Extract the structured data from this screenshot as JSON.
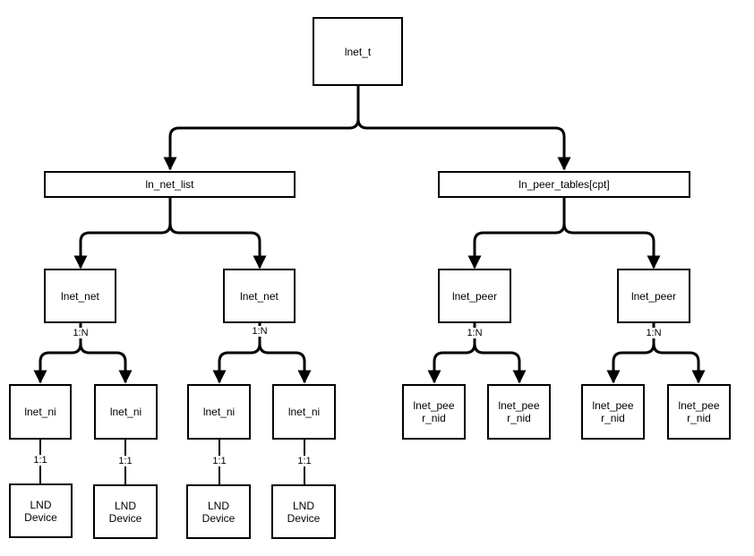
{
  "diagram": {
    "root": {
      "label": "lnet_t"
    },
    "net_list": {
      "label": "ln_net_list"
    },
    "peer_tables": {
      "label": "ln_peer_tables[cpt]"
    },
    "nets": [
      {
        "label": "lnet_net"
      },
      {
        "label": "lnet_net"
      }
    ],
    "peers": [
      {
        "label": "lnet_peer"
      },
      {
        "label": "lnet_peer"
      }
    ],
    "nis": [
      {
        "label": "lnet_ni"
      },
      {
        "label": "lnet_ni"
      },
      {
        "label": "lnet_ni"
      },
      {
        "label": "lnet_ni"
      }
    ],
    "peer_nids": [
      {
        "line1": "lnet_pee",
        "line2": "r_nid"
      },
      {
        "line1": "lnet_pee",
        "line2": "r_nid"
      },
      {
        "line1": "lnet_pee",
        "line2": "r_nid"
      },
      {
        "line1": "lnet_pee",
        "line2": "r_nid"
      }
    ],
    "devices": [
      {
        "line1": "LND",
        "line2": "Device"
      },
      {
        "line1": "LND",
        "line2": "Device"
      },
      {
        "line1": "LND",
        "line2": "Device"
      },
      {
        "line1": "LND",
        "line2": "Device"
      }
    ],
    "cardinality": {
      "one_to_many": "1:N",
      "one_to_one": "1:1"
    }
  }
}
